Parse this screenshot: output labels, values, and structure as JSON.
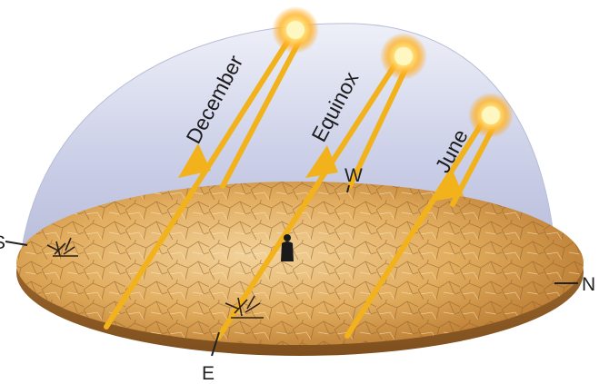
{
  "figure": {
    "seasons": [
      {
        "label": "December"
      },
      {
        "label": "Equinox"
      },
      {
        "label": "June"
      }
    ],
    "directions": {
      "south": "S",
      "north": "N",
      "east": "E",
      "west": "W"
    },
    "colors": {
      "dome": "#c9cde6",
      "ground": "#d39a4a",
      "beam": "#f2b21c",
      "sun": "#ffe066",
      "sun_glow": "#ffa500",
      "label_text": "#1c1c1c"
    },
    "icons": [
      "sun-icon",
      "person-icon",
      "shrub-icon"
    ]
  }
}
